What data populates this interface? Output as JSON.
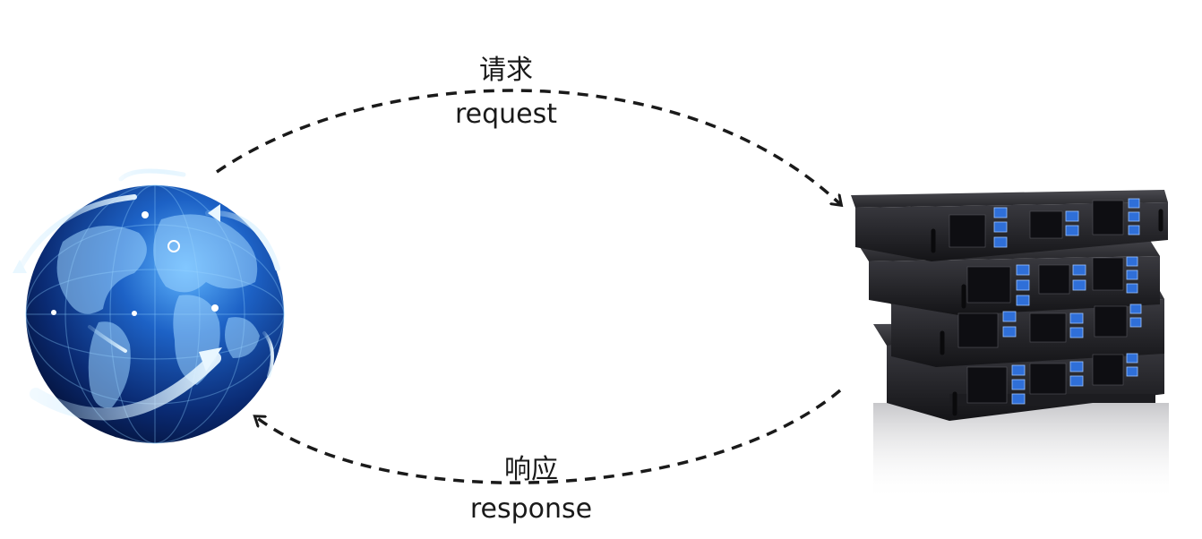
{
  "request": {
    "label_cn": "请求",
    "label_en": "request"
  },
  "response": {
    "label_cn": "响应",
    "label_en": "response"
  },
  "colors": {
    "arrow": "#1a1a1a",
    "globe_dark": "#061a4a",
    "globe_light": "#4aa8ff",
    "server_body": "#2a2a2e",
    "drive_bay": "#2f6fd8"
  }
}
